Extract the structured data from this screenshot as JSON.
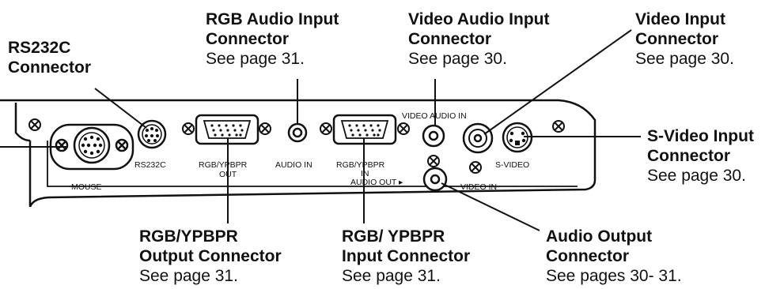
{
  "callouts": {
    "rs232c": {
      "line1": "RS232C",
      "line2": "Connector"
    },
    "rgb_audio_in": {
      "line1": "RGB Audio Input",
      "line2": "Connector",
      "see": "See page 31."
    },
    "video_audio_in": {
      "line1": "Video Audio Input",
      "line2": "Connector",
      "see": "See page 30."
    },
    "video_in": {
      "line1": "Video Input",
      "line2": "Connector",
      "see": "See page 30."
    },
    "svideo_in": {
      "line1": "S-Video Input",
      "line2": "Connector",
      "see": "See page 30."
    },
    "rgb_out": {
      "line1": "RGB/YPBPR",
      "line2": "Output Connector",
      "see": "See page 31."
    },
    "rgb_in": {
      "line1": "RGB/ YPBPR",
      "line2": "Input Connector",
      "see": "See page 31."
    },
    "audio_out": {
      "line1": "Audio Output",
      "line2": "Connector",
      "see": "See pages 30- 31."
    }
  },
  "panel_labels": {
    "rs232c": "RS232C",
    "rgb_out_1": "RGB/YPBPR",
    "rgb_out_2": "OUT",
    "audio_in": "AUDIO IN",
    "rgb_in_1": "RGB/YPBPR",
    "rgb_in_2": "IN",
    "audio_out": "AUDIO OUT ▸",
    "video_audio_in": "VIDEO AUDIO IN",
    "svideo": "S-VIDEO",
    "video_in": "VIDEO IN",
    "mouse": "MOUSE"
  }
}
